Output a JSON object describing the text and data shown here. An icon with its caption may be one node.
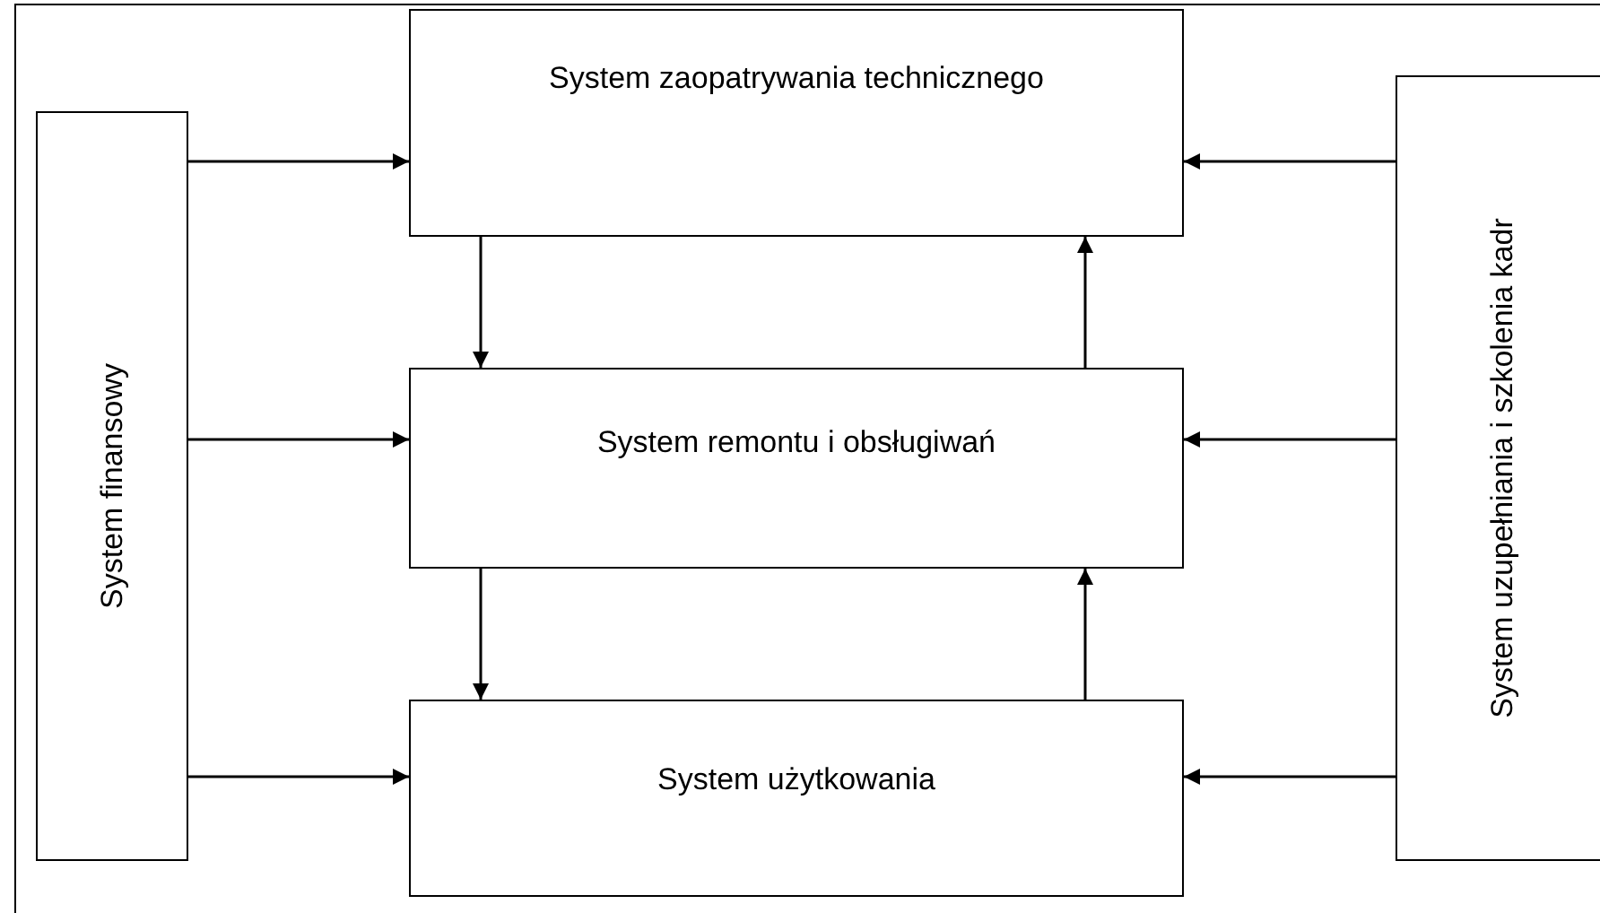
{
  "diagram": {
    "nodes": [
      {
        "text": [
          "System finansowy"
        ]
      },
      {
        "text": [
          "System zaopatrywania technicznego"
        ]
      },
      {
        "text": [
          "System remontu i obsługiwań"
        ]
      },
      {
        "text": [
          "System użytkowania"
        ]
      },
      {
        "text": [
          "System uzupełniania i szkolenia kadr"
        ]
      }
    ],
    "edges": [
      {
        "from": 0,
        "to": 1,
        "arrow": "to"
      },
      {
        "from": 0,
        "to": 2,
        "arrow": "to"
      },
      {
        "from": 0,
        "to": 3,
        "arrow": "to"
      },
      {
        "from": 4,
        "to": 1,
        "arrow": "to"
      },
      {
        "from": 4,
        "to": 2,
        "arrow": "to"
      },
      {
        "from": 4,
        "to": 3,
        "arrow": "to"
      },
      {
        "from": 1,
        "to": 2,
        "arrow": "to"
      },
      {
        "from": 2,
        "to": 3,
        "arrow": "to"
      },
      {
        "from": 2,
        "to": 1,
        "arrow": "to"
      },
      {
        "from": 3,
        "to": 2,
        "arrow": "to"
      }
    ]
  }
}
